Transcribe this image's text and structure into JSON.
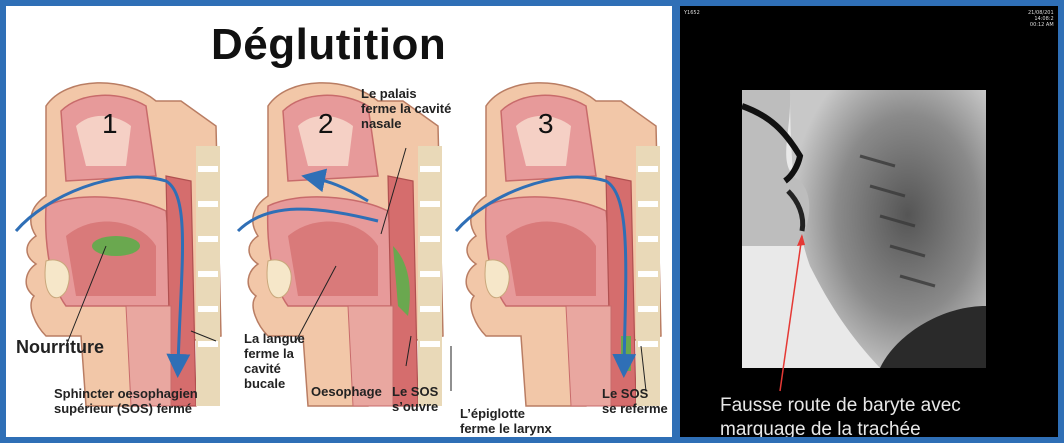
{
  "left_panel": {
    "title": "Déglutition",
    "step_numbers": [
      "1",
      "2",
      "3"
    ],
    "labels": {
      "nourriture": "Nourriture",
      "sos_ferme": "Sphincter oesophagien\nsupérieur (SOS) fermé",
      "palais": "Le palais\nferme la cavité\nnasale",
      "langue": "La langue\nferme la\ncavité\nbucale",
      "oesophage": "Oesophage",
      "sos_ouvre": "Le SOS\ns’ouvre",
      "epiglotte": "L’épiglotte\nferme le larynx",
      "sos_referme": "Le SOS\nse referme"
    }
  },
  "right_panel": {
    "corner_left": "Y1652",
    "corner_right": "21/08/201\n14:08:2\n00:12 AM",
    "caption": "Fausse route de baryte avec\nmarquage de la trachée"
  },
  "colors": {
    "border": "#2f6fb6",
    "tissue": "#e79a9a",
    "tissue_dark": "#c86b6b",
    "food": "#6aa84f",
    "arrow": "#2f6fb6",
    "spine": "#e9d9b8"
  },
  "icons": [
    "head-cross-section-illustration",
    "xray-image"
  ]
}
